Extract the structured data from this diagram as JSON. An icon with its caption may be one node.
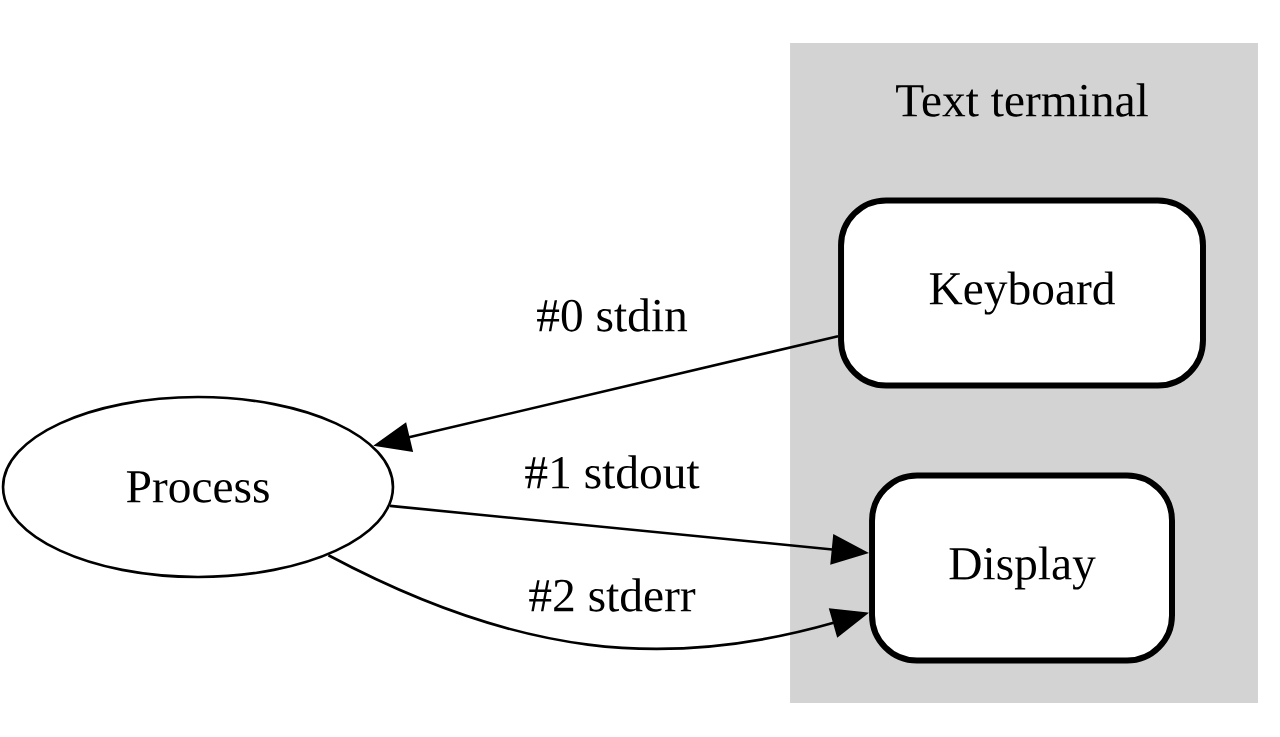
{
  "diagram": {
    "nodes": [
      {
        "text": [
          "Text terminal"
        ]
      },
      {
        "text": [
          "Keyboard"
        ],
        "in": 0
      },
      {
        "text": [
          "Display"
        ],
        "in": 0
      },
      {
        "text": [
          "Process"
        ]
      }
    ],
    "edges": [
      {
        "from": 1,
        "to": 3,
        "arrow": "to",
        "label": "#0 stdin"
      },
      {
        "from": 3,
        "to": 2,
        "arrow": "to",
        "label": "#1 stdout"
      },
      {
        "from": 3,
        "to": 2,
        "arrow": "to",
        "label": "#2 stderr"
      }
    ]
  }
}
